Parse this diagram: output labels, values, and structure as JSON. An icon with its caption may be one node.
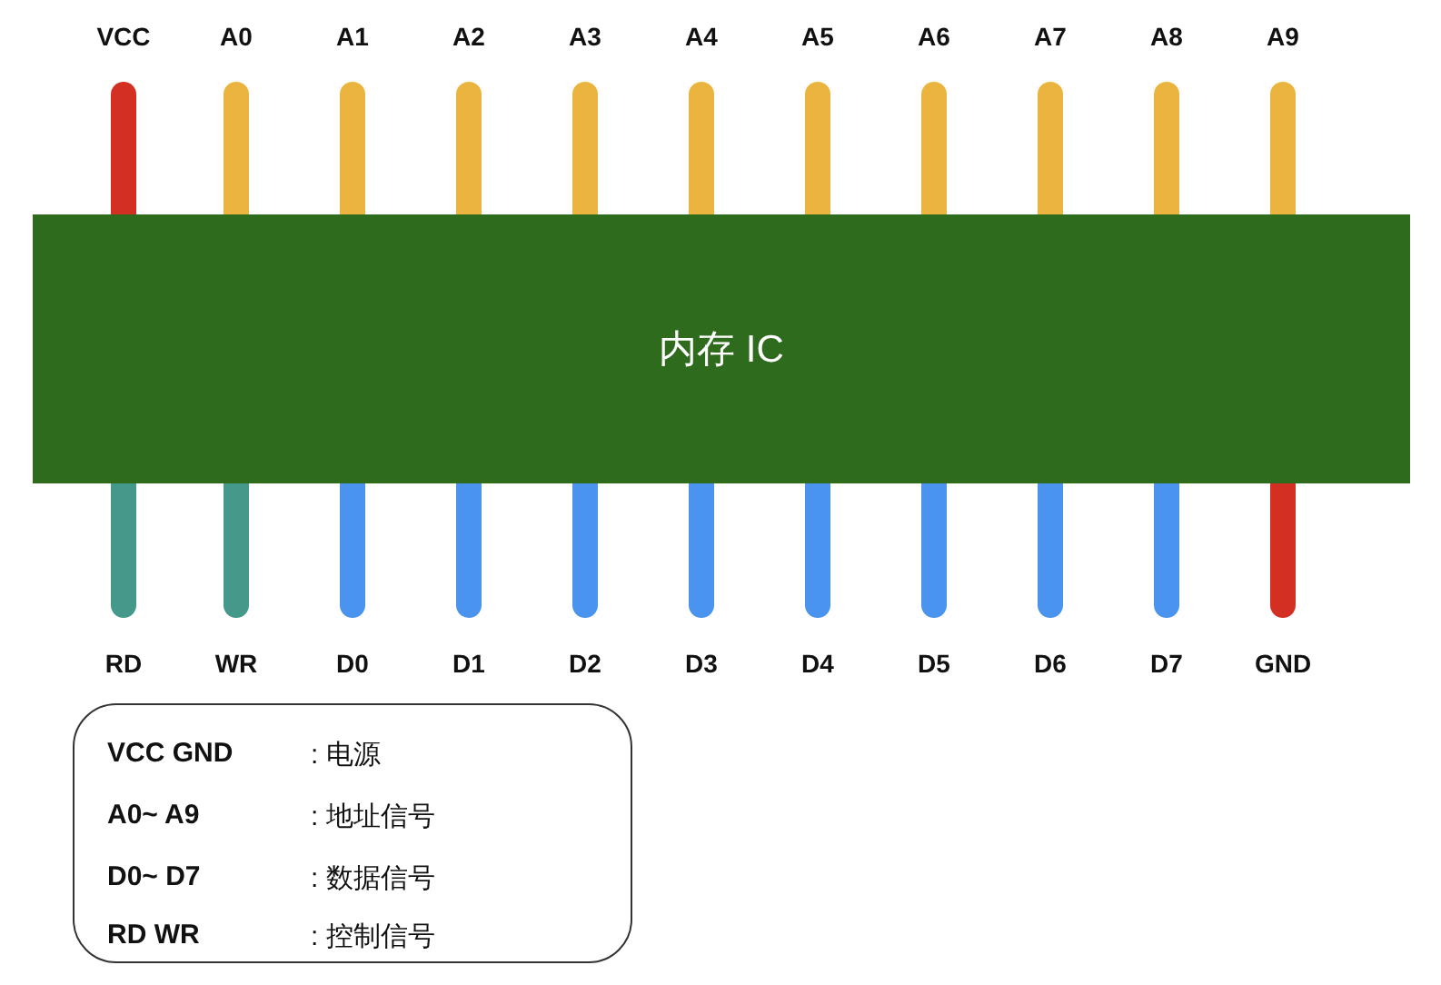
{
  "diagram": {
    "nodes": [
      {
        "text": [
          "VCC"
        ]
      },
      {
        "text": [
          "A0"
        ]
      },
      {
        "text": [
          "A1"
        ]
      },
      {
        "text": [
          "A2"
        ]
      },
      {
        "text": [
          "A3"
        ]
      },
      {
        "text": [
          "A4"
        ]
      },
      {
        "text": [
          "A5"
        ]
      },
      {
        "text": [
          "A6"
        ]
      },
      {
        "text": [
          "A7"
        ]
      },
      {
        "text": [
          "A8"
        ]
      },
      {
        "text": [
          "A9"
        ]
      },
      {
        "text": [
          "内存 IC"
        ]
      },
      {
        "text": [
          "RD"
        ]
      },
      {
        "text": [
          "WR"
        ]
      },
      {
        "text": [
          "D0"
        ]
      },
      {
        "text": [
          "D1"
        ]
      },
      {
        "text": [
          "D2"
        ]
      },
      {
        "text": [
          "D3"
        ]
      },
      {
        "text": [
          "D4"
        ]
      },
      {
        "text": [
          "D5"
        ]
      },
      {
        "text": [
          "D6"
        ]
      },
      {
        "text": [
          "D7"
        ]
      },
      {
        "text": [
          "GND"
        ]
      },
      {
        "text": [
          "VCC GND",
          ": 电源",
          "A0~ A9",
          ": 地址信号",
          "D0~ D7",
          ": 数据信号",
          "RD WR",
          ": 控制信号"
        ]
      }
    ],
    "edges": []
  }
}
